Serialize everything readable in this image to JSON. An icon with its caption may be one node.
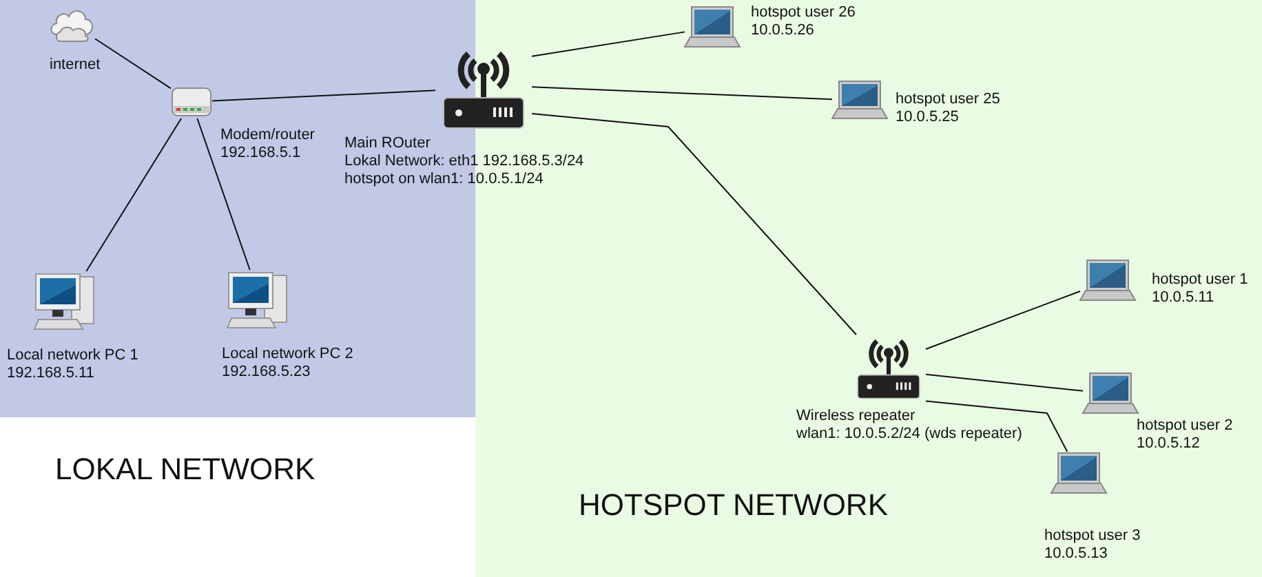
{
  "diagram": {
    "nodes": [
      {
        "text": [
          "LOKAL NETWORK"
        ]
      },
      {
        "text": [
          "HOTSPOT NETWORK"
        ]
      },
      {
        "text": [
          "internet"
        ],
        "in": 0
      },
      {
        "text": [
          "Modem/router",
          "192.168.5.1"
        ],
        "in": 0
      },
      {
        "text": [
          "Local network PC 1",
          "192.168.5.11"
        ],
        "in": 0
      },
      {
        "text": [
          "Local network PC 2",
          "192.168.5.23"
        ],
        "in": 0
      },
      {
        "text": [
          "Main ROuter",
          "Lokal Network: eth1 192.168.5.3/24",
          "hotspot on wlan1: 10.0.5.1/24"
        ]
      },
      {
        "text": [
          "hotspot user 26",
          "10.0.5.26"
        ],
        "in": 1
      },
      {
        "text": [
          "hotspot user 25",
          "10.0.5.25"
        ],
        "in": 1
      },
      {
        "text": [
          "Wireless repeater",
          "wlan1: 10.0.5.2/24 (wds repeater)"
        ],
        "in": 1
      },
      {
        "text": [
          "hotspot user 1",
          "10.0.5.11"
        ],
        "in": 1
      },
      {
        "text": [
          "hotspot user 2",
          "10.0.5.12"
        ],
        "in": 1
      },
      {
        "text": [
          "hotspot user 3",
          "10.0.5.13"
        ],
        "in": 1
      }
    ],
    "edges": [
      {
        "from": 2,
        "to": 3,
        "arrow": "none"
      },
      {
        "from": 3,
        "to": 6,
        "arrow": "none"
      },
      {
        "from": 3,
        "to": 4,
        "arrow": "none"
      },
      {
        "from": 3,
        "to": 5,
        "arrow": "none"
      },
      {
        "from": 6,
        "to": 7,
        "arrow": "none"
      },
      {
        "from": 6,
        "to": 8,
        "arrow": "none"
      },
      {
        "from": 6,
        "to": 9,
        "arrow": "none"
      },
      {
        "from": 9,
        "to": 10,
        "arrow": "none"
      },
      {
        "from": 9,
        "to": 11,
        "arrow": "none"
      },
      {
        "from": 9,
        "to": 12,
        "arrow": "none"
      }
    ]
  }
}
